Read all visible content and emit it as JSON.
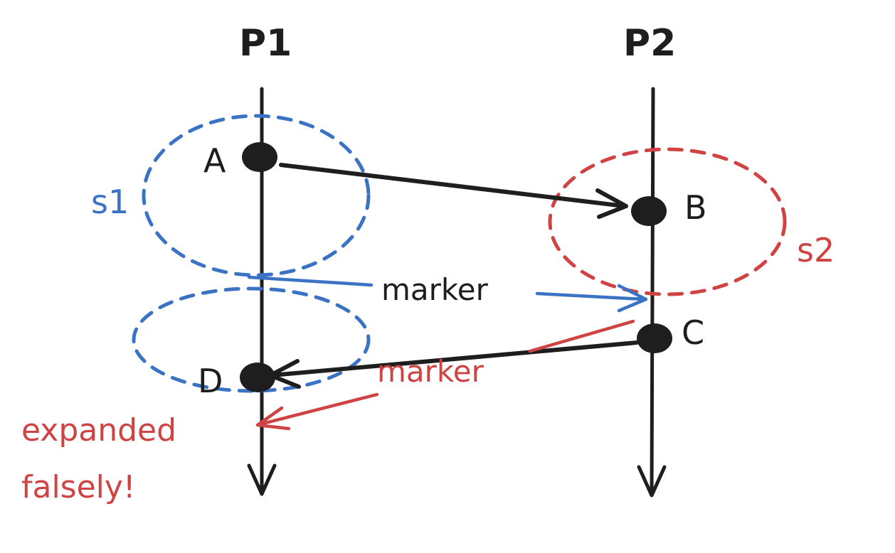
{
  "colors": {
    "ink": "#1e1e1e",
    "blue": "#3a72c4",
    "red": "#d04343",
    "background": "#ffffff"
  },
  "processes": [
    {
      "id": "p1",
      "label": "P1"
    },
    {
      "id": "p2",
      "label": "P2"
    }
  ],
  "events": [
    {
      "id": "A",
      "label": "A",
      "process": "P1"
    },
    {
      "id": "B",
      "label": "B",
      "process": "P2"
    },
    {
      "id": "C",
      "label": "C",
      "process": "P2"
    },
    {
      "id": "D",
      "label": "D",
      "process": "P1"
    }
  ],
  "messages": [
    {
      "from": "A",
      "to": "B"
    },
    {
      "from": "C",
      "to": "D"
    }
  ],
  "snapshots": [
    {
      "id": "s1",
      "label": "s1",
      "color": "blue"
    },
    {
      "id": "s2",
      "label": "s2",
      "color": "red"
    },
    {
      "id": "s1-expanded",
      "label": "",
      "color": "blue"
    }
  ],
  "markers": [
    {
      "id": "marker-blue",
      "label": "marker",
      "color": "ink",
      "from": "P1",
      "to": "P2"
    },
    {
      "id": "marker-red",
      "label": "marker",
      "color": "red",
      "from": "P2",
      "to": "P1"
    }
  ],
  "annotation": {
    "line1": "expanded",
    "line2": "falsely!"
  }
}
